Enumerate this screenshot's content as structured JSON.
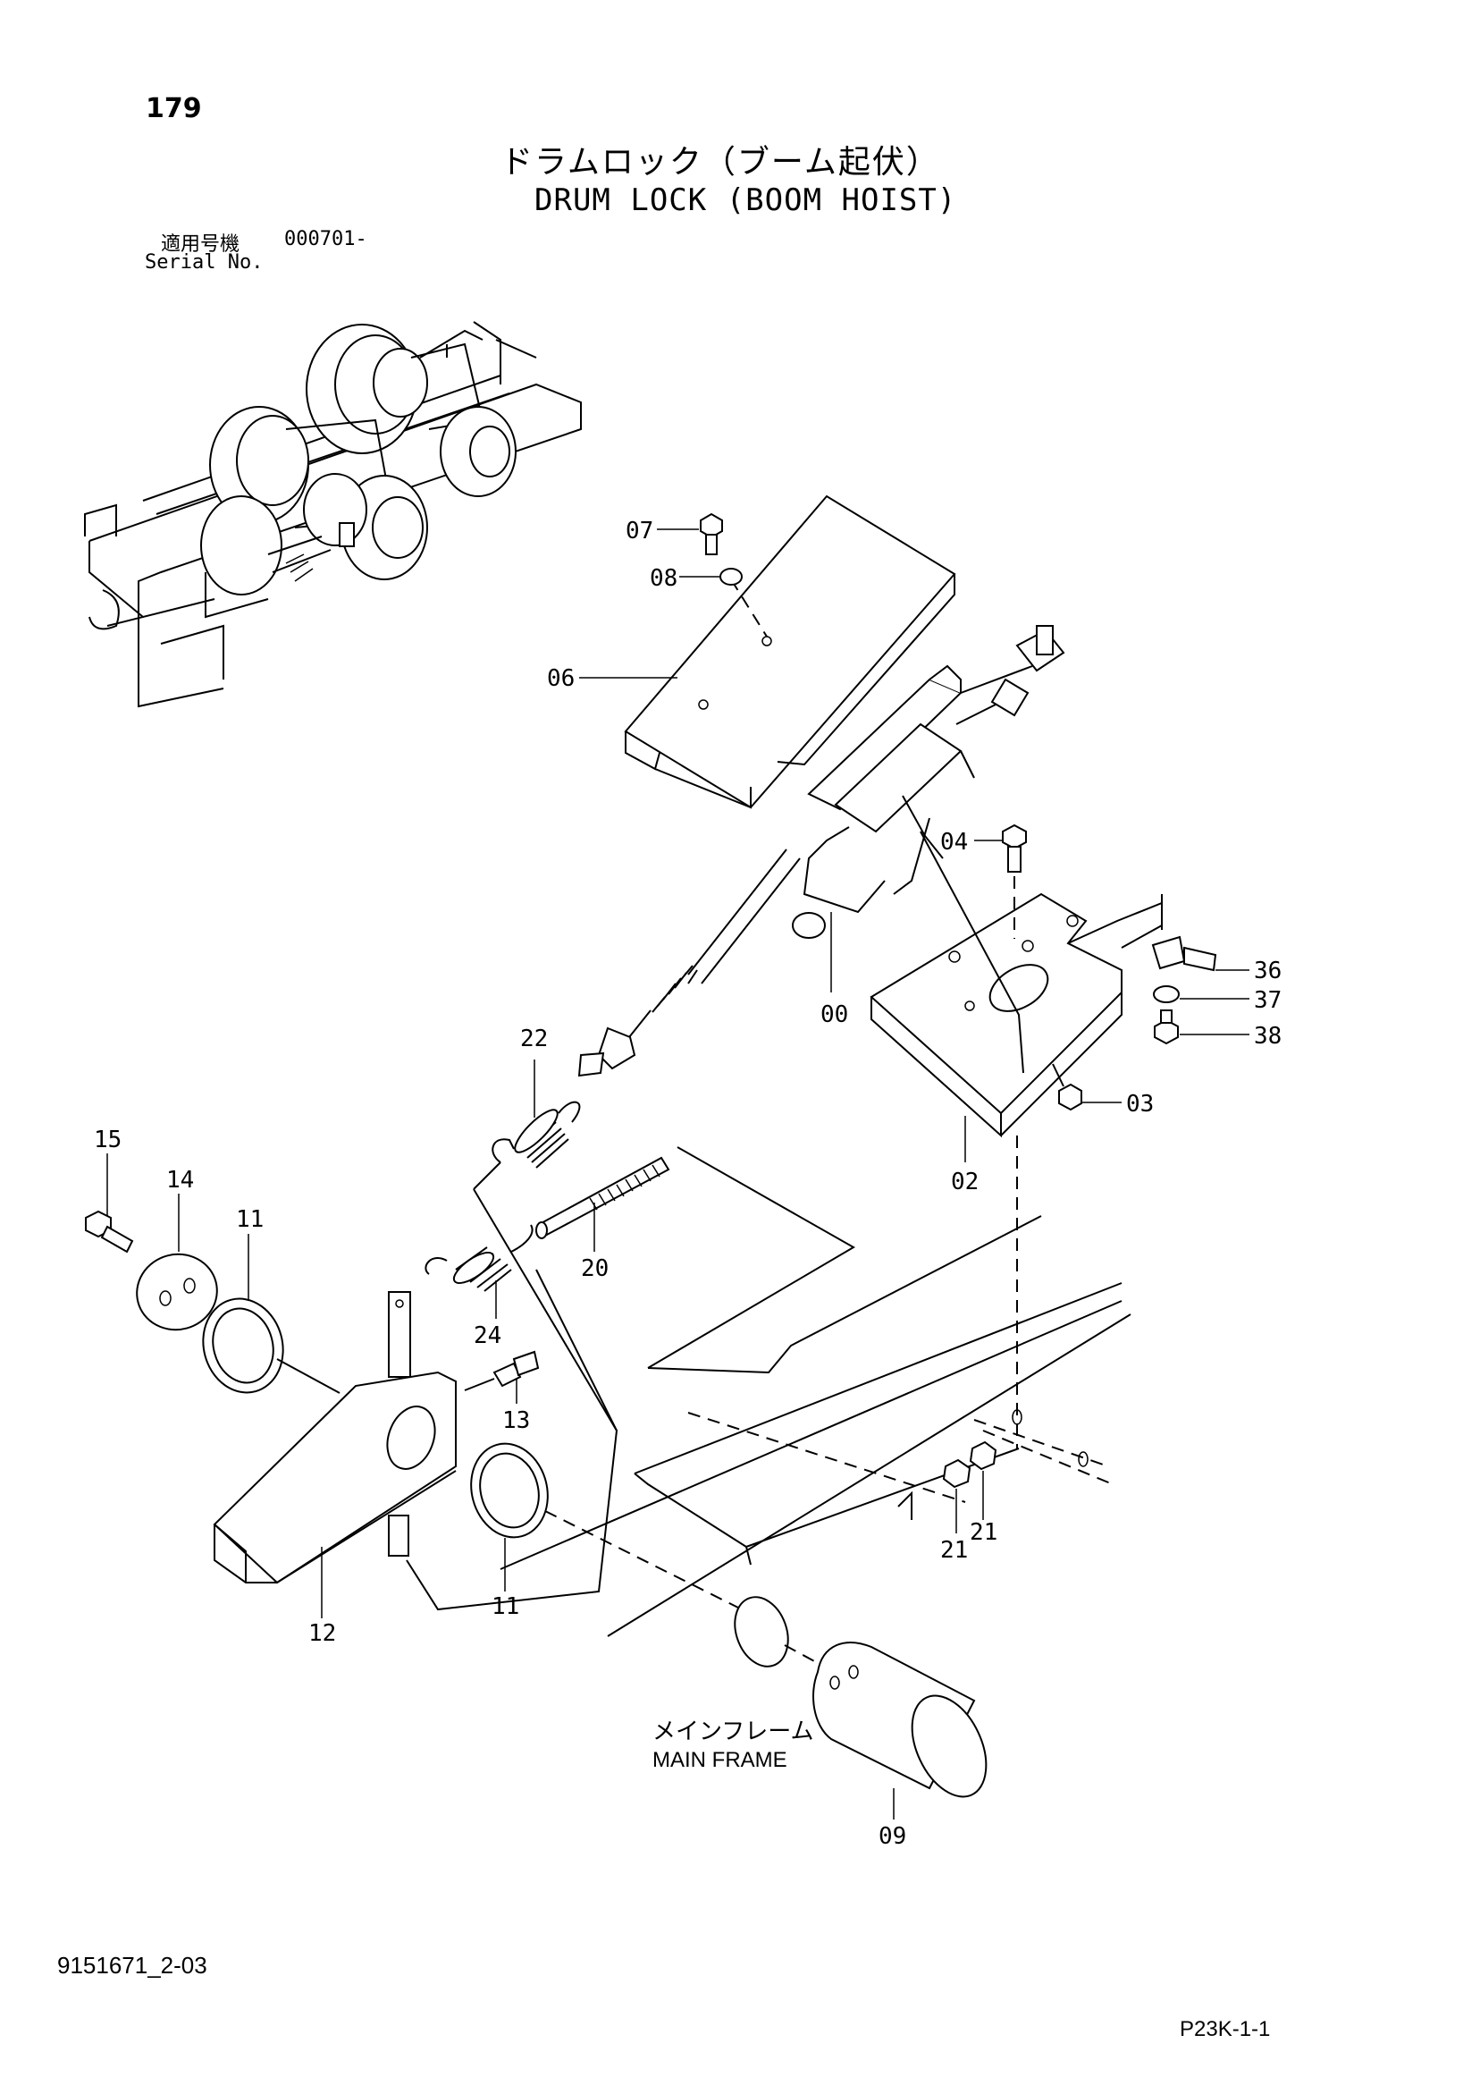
{
  "header": {
    "page_number": "179",
    "title_jp": "ドラムロック（ブーム起伏）",
    "title_en": "DRUM LOCK (BOOM HOIST)",
    "serial_label_jp": "適用号機",
    "serial_value": "000701-",
    "serial_label_en": "Serial No."
  },
  "parts": {
    "p07": "07",
    "p08": "08",
    "p06": "06",
    "p04": "04",
    "p00": "00",
    "p36": "36",
    "p37": "37",
    "p38": "38",
    "p03": "03",
    "p02": "02",
    "p22": "22",
    "p15": "15",
    "p14": "14",
    "p11a": "11",
    "p20": "20",
    "p24": "24",
    "p13": "13",
    "p12": "12",
    "p11b": "11",
    "p21a": "21",
    "p21b": "21",
    "p09": "09"
  },
  "frame_label": {
    "jp": "メインフレーム",
    "en": "MAIN FRAME"
  },
  "footer": {
    "doc_id": "9151671_2-03",
    "page_ref": "P23K-1-1"
  }
}
